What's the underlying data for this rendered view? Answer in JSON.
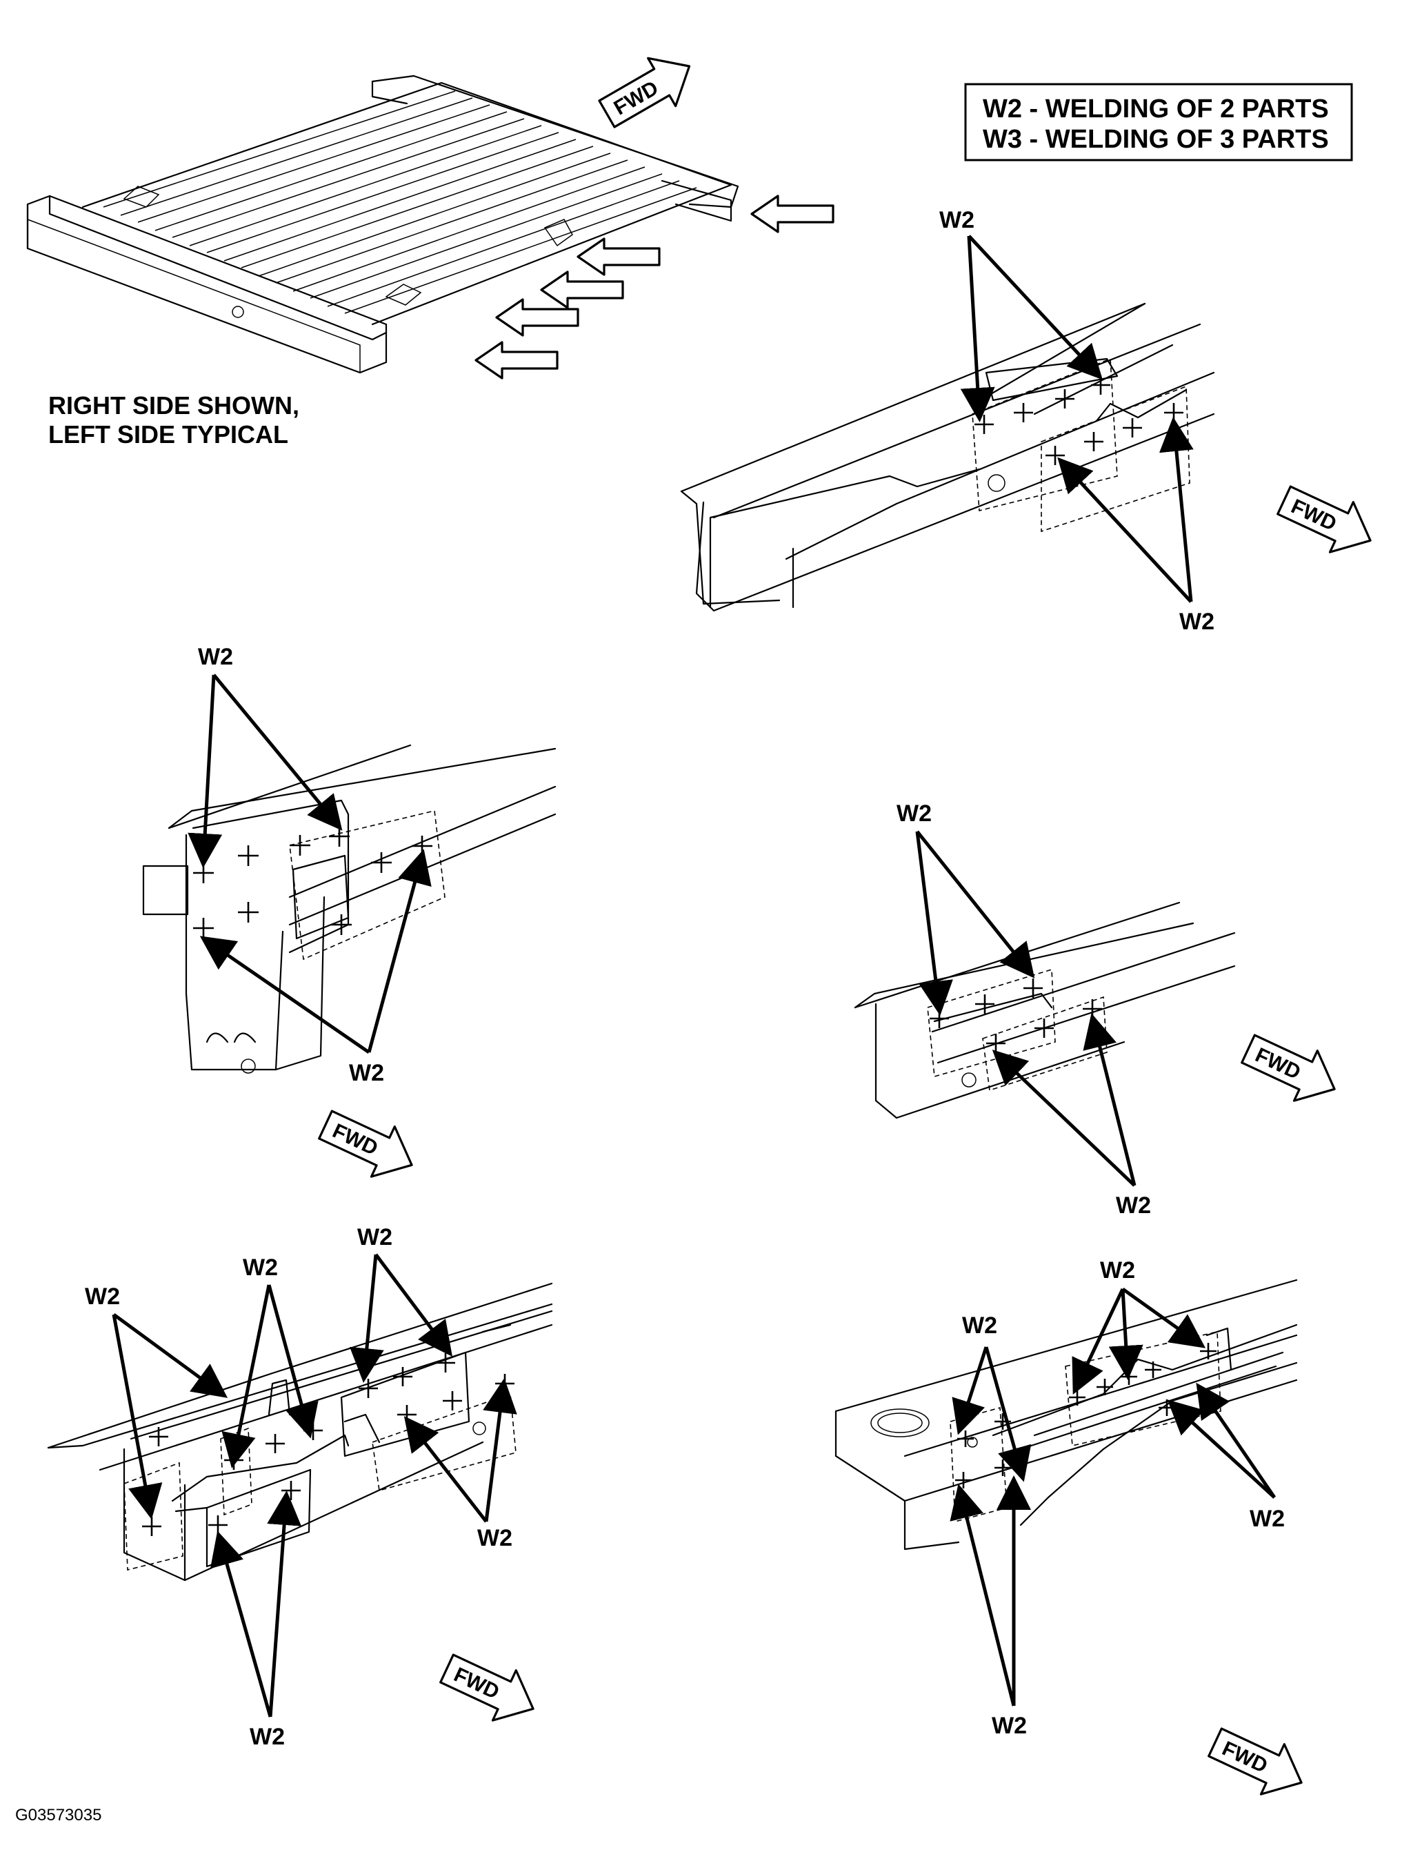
{
  "legend": {
    "line1": "W2 - WELDING OF 2 PARTS",
    "line2": "W3 - WELDING OF 3 PARTS"
  },
  "overview_note": {
    "line1": "RIGHT SIDE SHOWN,",
    "line2": "LEFT SIDE TYPICAL"
  },
  "direction_label": "FWD",
  "weld_label": "W2",
  "figure_code": "G03573035"
}
